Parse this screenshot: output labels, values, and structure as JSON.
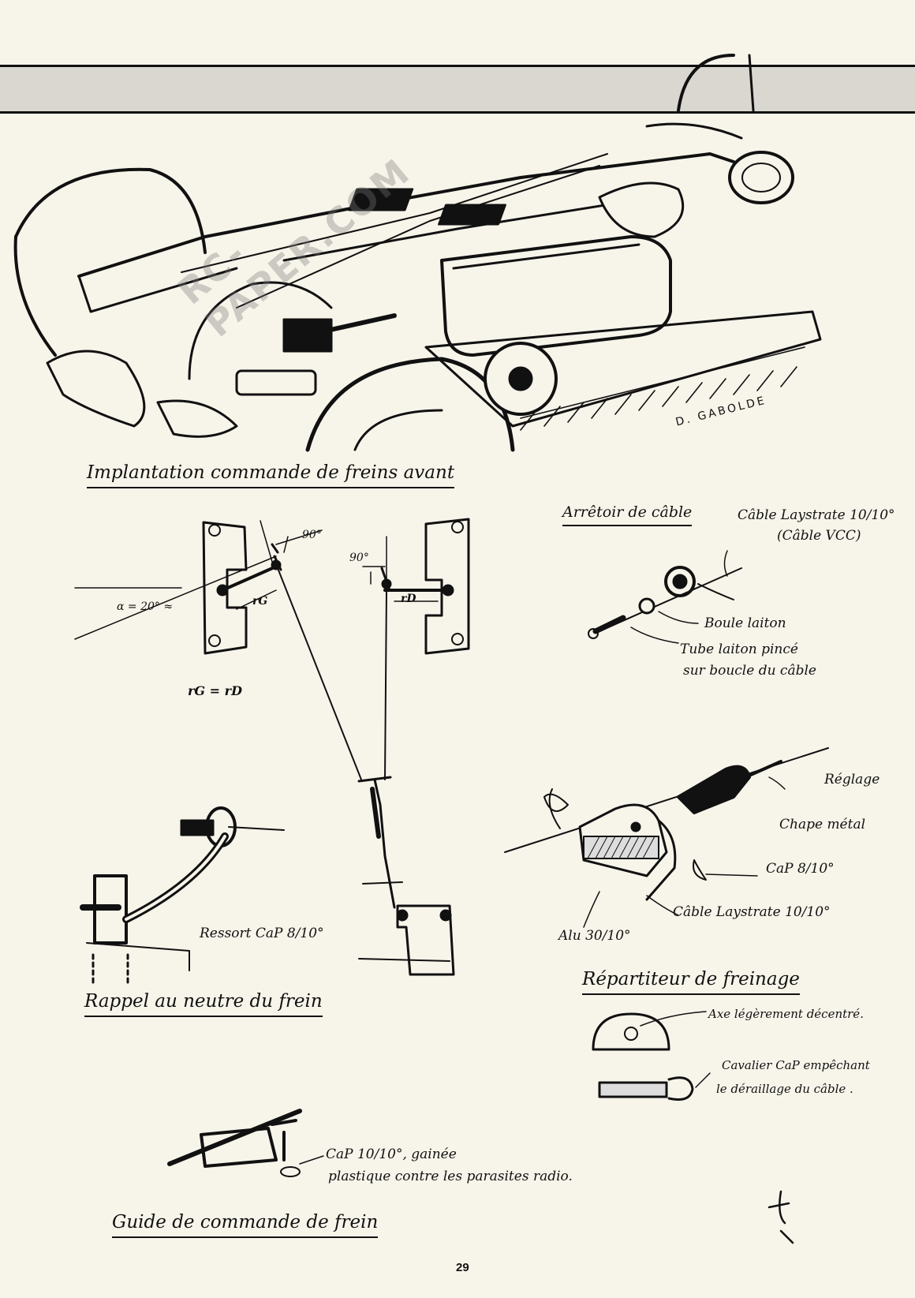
{
  "watermark": "RC-PAPER.COM",
  "artist_signature": "D. GABOLDE",
  "page_number": "29",
  "sections": {
    "implantation": "Implantation commande de freins avant",
    "arretoir": "Arrêtoir de câble",
    "rappel": "Rappel au neutre du frein",
    "repartiteur": "Répartiteur de freinage",
    "guide": "Guide de commande de frein"
  },
  "implantation_labels": {
    "angle_left": "90°",
    "angle_right": "90°",
    "alpha": "α = 20° ≈",
    "r_left": "rG",
    "r_right": "rD",
    "equation": "rG = rD"
  },
  "arretoir_labels": {
    "cable": "Câble Laystrate 10/10°",
    "cable_alt": "(Câble VCC)",
    "boule": "Boule laiton",
    "tube_line1": "Tube laiton pincé",
    "tube_line2": "sur boucle du câble"
  },
  "rappel_labels": {
    "ressort": "Ressort CaP 8/10°"
  },
  "repartiteur_labels": {
    "reglage": "Réglage",
    "chape": "Chape métal",
    "cap": "CaP 8/10°",
    "cable": "Câble Laystrate 10/10°",
    "alu": "Alu 30/10°",
    "axe": "Axe légèrement décentré.",
    "cavalier_line1": "Cavalier CaP empêchant",
    "cavalier_line2": "le déraillage du câble ."
  },
  "guide_labels": {
    "cap_line1": "CaP 10/10°, gainée",
    "cap_line2": "plastique contre les parasites radio."
  }
}
